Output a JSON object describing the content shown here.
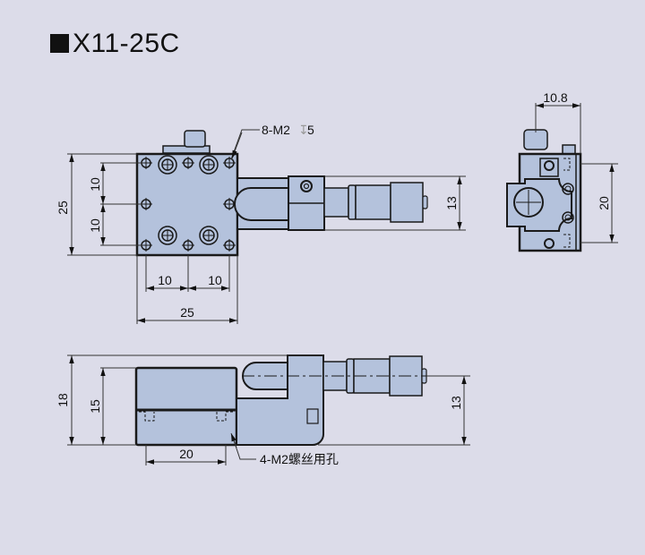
{
  "title": "X11-25C",
  "colors": {
    "background": "#dcdce9",
    "body_fill": "#b4c2dc",
    "line": "#1a1a1a",
    "dim_line": "#333333"
  },
  "top_view": {
    "callout_holes": "8-M2",
    "callout_depth_symbol": "↧",
    "callout_depth": "5",
    "dim_width": "25",
    "dim_hole_spacing_left": "10",
    "dim_hole_spacing_right": "10",
    "dim_height": "25",
    "dim_vert_upper": "10",
    "dim_vert_lower": "10",
    "dim_micrometer_height": "13"
  },
  "side_view": {
    "dim_overall_height": "18",
    "dim_body_height": "15",
    "dim_hole_spacing": "20",
    "dim_axis_height": "13",
    "callout_holes": "4-M2螺丝用孔"
  },
  "end_view": {
    "dim_width": "10.8",
    "dim_hole_spacing": "20"
  }
}
